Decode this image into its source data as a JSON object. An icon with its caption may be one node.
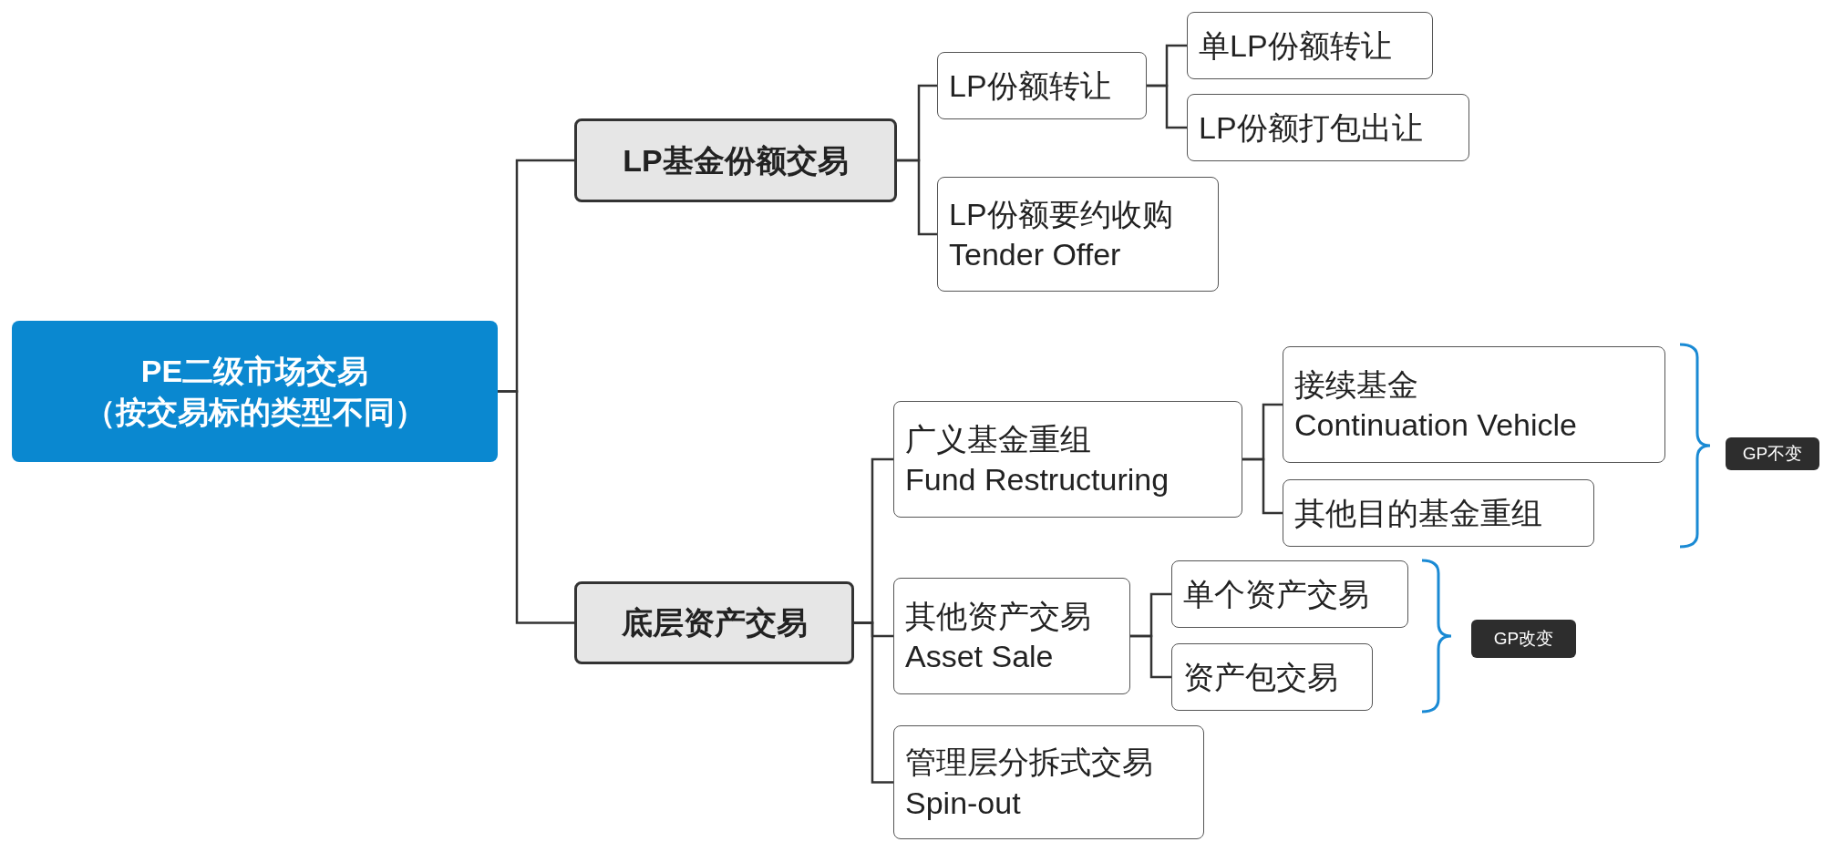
{
  "diagram": {
    "nodes": [
      {
        "text": [
          "PE二级市场交易",
          "（按交易标的类型不同）"
        ]
      },
      {
        "text": [
          "LP基金份额交易"
        ]
      },
      {
        "text": [
          "底层资产交易"
        ]
      },
      {
        "text": [
          "LP份额转让"
        ]
      },
      {
        "text": [
          "单LP份额转让"
        ]
      },
      {
        "text": [
          "LP份额打包出让"
        ]
      },
      {
        "text": [
          "LP份额要约收购",
          "Tender Offer"
        ]
      },
      {
        "text": [
          "广义基金重组",
          "Fund Restructuring"
        ]
      },
      {
        "text": [
          "接续基金",
          "Continuation Vehicle"
        ]
      },
      {
        "text": [
          "其他目的基金重组"
        ]
      },
      {
        "text": [
          "其他资产交易",
          "Asset Sale"
        ]
      },
      {
        "text": [
          "单个资产交易"
        ]
      },
      {
        "text": [
          "资产包交易"
        ]
      },
      {
        "text": [
          "管理层分拆式交易",
          "Spin-out"
        ]
      },
      {
        "text": [
          "GP不变"
        ]
      },
      {
        "text": [
          "GP改变"
        ]
      }
    ],
    "edges": [
      {
        "from": 0,
        "to": 1,
        "arrow": "none"
      },
      {
        "from": 0,
        "to": 2,
        "arrow": "none"
      },
      {
        "from": 1,
        "to": 3,
        "arrow": "none"
      },
      {
        "from": 1,
        "to": 6,
        "arrow": "none"
      },
      {
        "from": 3,
        "to": 4,
        "arrow": "none"
      },
      {
        "from": 3,
        "to": 5,
        "arrow": "none"
      },
      {
        "from": 2,
        "to": 7,
        "arrow": "none"
      },
      {
        "from": 2,
        "to": 10,
        "arrow": "none"
      },
      {
        "from": 2,
        "to": 13,
        "arrow": "none"
      },
      {
        "from": 7,
        "to": 8,
        "arrow": "none"
      },
      {
        "from": 7,
        "to": 9,
        "arrow": "none"
      },
      {
        "from": 10,
        "to": 11,
        "arrow": "none"
      },
      {
        "from": 10,
        "to": 12,
        "arrow": "none"
      }
    ]
  }
}
